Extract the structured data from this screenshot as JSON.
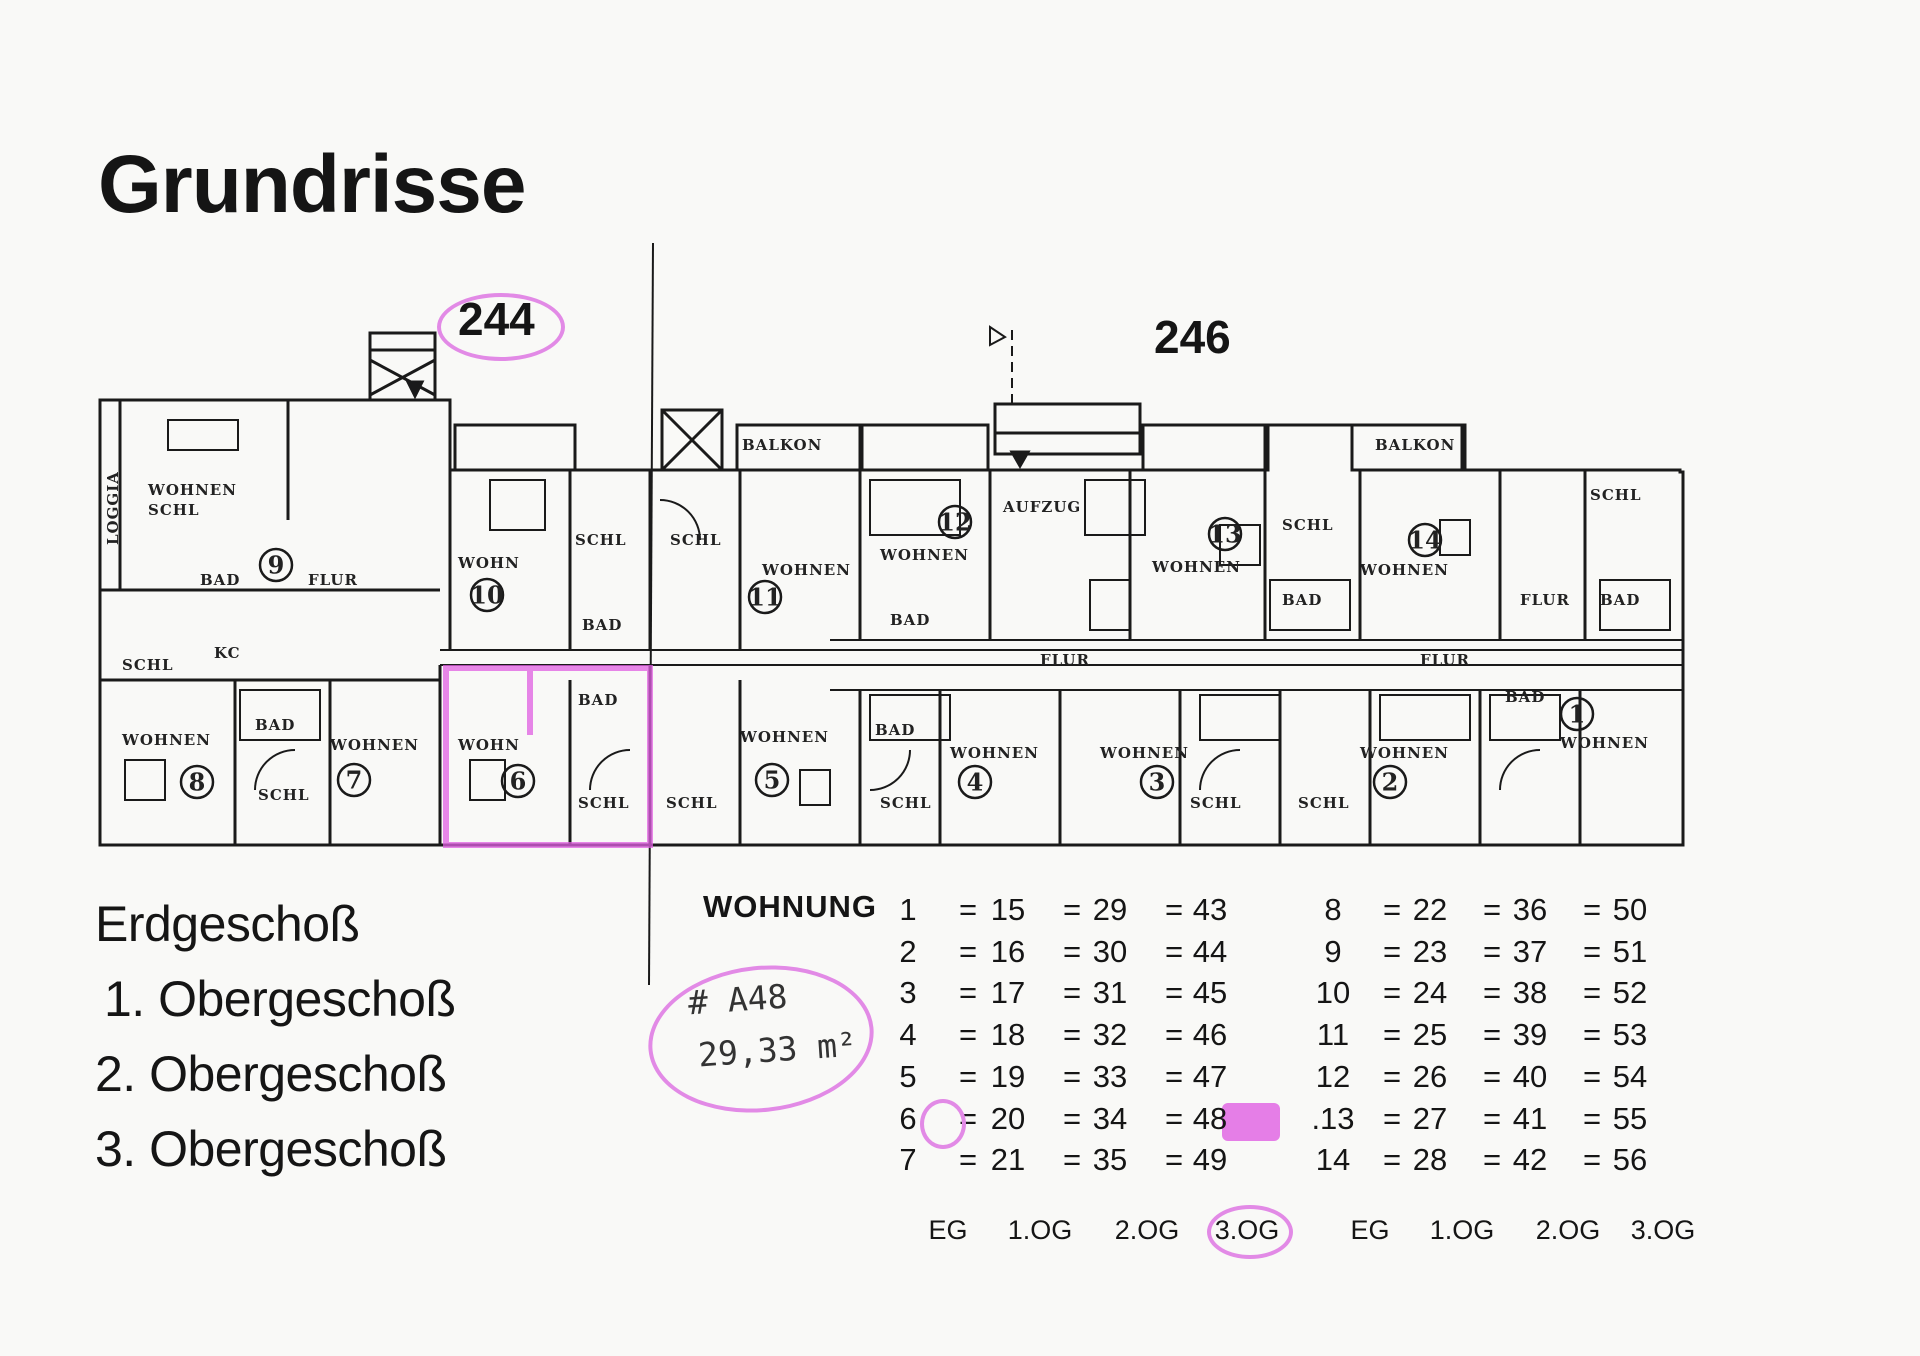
{
  "title": "Grundrisse",
  "buildings": [
    "244",
    "246"
  ],
  "floors": [
    "Erdgeschoß",
    "1. Obergeschoß",
    "2. Obergeschoß",
    "3. Obergeschoß"
  ],
  "plan_labels": {
    "wohnen": "WOHNEN",
    "schl": "SCHL",
    "bad": "BAD",
    "flur": "FLUR",
    "balkon": "BALKON",
    "loggia": "LOGGIA",
    "aufzug": "AUFZUG",
    "kc": "KC",
    "wohn": "WOHN"
  },
  "apartments_upper": [
    "9",
    "10",
    "11",
    "12",
    "13",
    "14"
  ],
  "apartments_lower": [
    "8",
    "7",
    "6",
    "5",
    "4",
    "3",
    "2",
    "1"
  ],
  "table": {
    "header": "WOHNUNG",
    "left": [
      [
        "1",
        "15",
        "29",
        "43"
      ],
      [
        "2",
        "16",
        "30",
        "44"
      ],
      [
        "3",
        "17",
        "31",
        "45"
      ],
      [
        "4",
        "18",
        "32",
        "46"
      ],
      [
        "5",
        "19",
        "33",
        "47"
      ],
      [
        "6",
        "20",
        "34",
        "48"
      ],
      [
        "7",
        "21",
        "35",
        "49"
      ]
    ],
    "right": [
      [
        "8",
        "22",
        "36",
        "50"
      ],
      [
        "9",
        "23",
        "37",
        "51"
      ],
      [
        "10",
        "24",
        "38",
        "52"
      ],
      [
        "11",
        "25",
        "39",
        "53"
      ],
      [
        "12",
        "26",
        "40",
        "54"
      ],
      [
        ".13",
        "27",
        "41",
        "55"
      ],
      [
        "14",
        "28",
        "42",
        "56"
      ]
    ],
    "equals": "=",
    "floor_cols": [
      "EG",
      "1.OG",
      "2.OG",
      "3.OG"
    ]
  },
  "annotation": {
    "line1": "# A48",
    "line2": "29,33 m²"
  },
  "highlight_color": "#e05fe2",
  "circle_color": "#e28ae6"
}
